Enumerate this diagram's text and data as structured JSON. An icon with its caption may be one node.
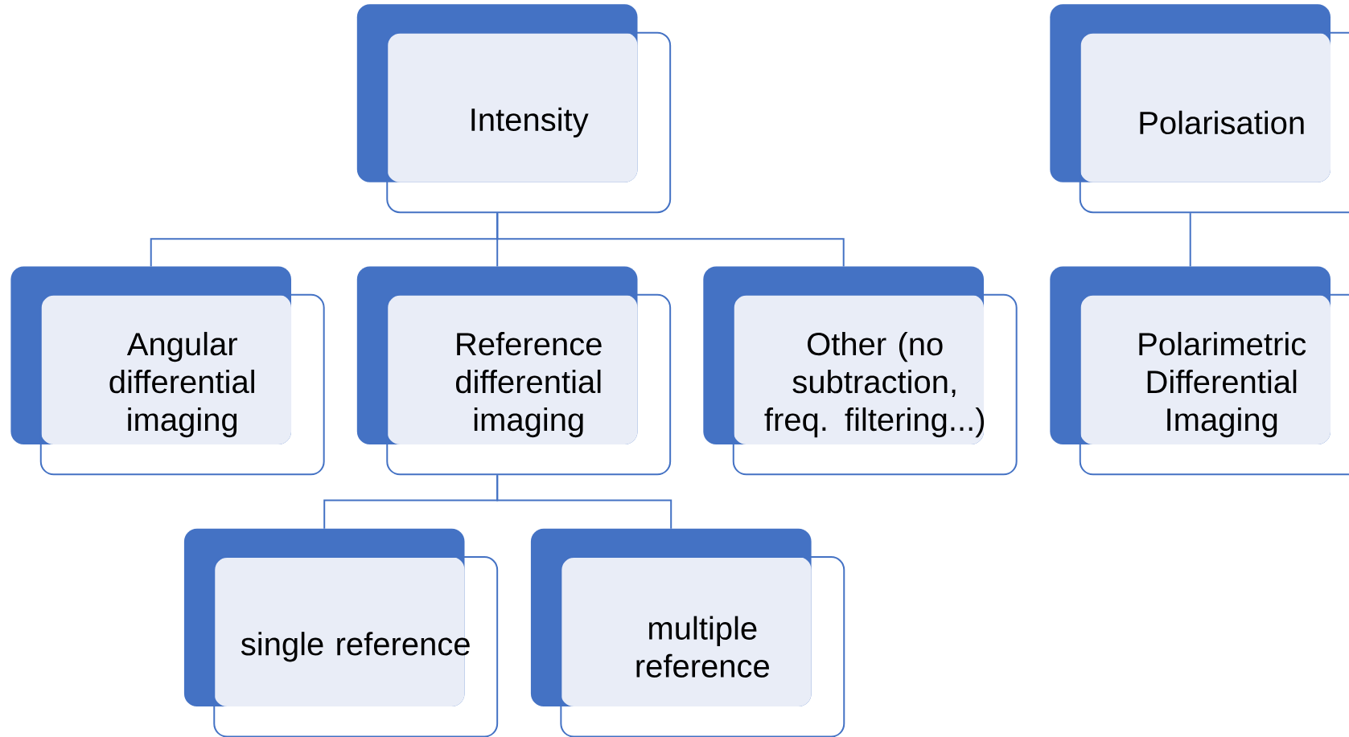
{
  "diagram": {
    "nodes": [
      {
        "text": [
          "Intensity"
        ]
      },
      {
        "text": [
          "Polarisation"
        ]
      },
      {
        "text": [
          "Angular differential imaging"
        ]
      },
      {
        "text": [
          "Reference differential imaging"
        ]
      },
      {
        "text": [
          "Other (no subtraction, freq. filtering...)"
        ]
      },
      {
        "text": [
          "Polarimetric Differential Imaging"
        ]
      },
      {
        "text": [
          "single reference"
        ]
      },
      {
        "text": [
          "multiple reference"
        ]
      }
    ],
    "edges": [
      {
        "from": 0,
        "to": 2,
        "arrow": "none"
      },
      {
        "from": 0,
        "to": 3,
        "arrow": "none"
      },
      {
        "from": 0,
        "to": 4,
        "arrow": "none"
      },
      {
        "from": 1,
        "to": 5,
        "arrow": "none"
      },
      {
        "from": 3,
        "to": 6,
        "arrow": "none"
      },
      {
        "from": 3,
        "to": 7,
        "arrow": "none"
      }
    ]
  }
}
